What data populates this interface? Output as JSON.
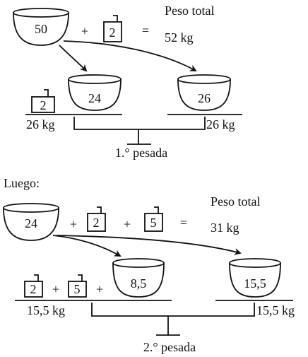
{
  "colors": {
    "ink": "#111111",
    "background": "#ffffff"
  },
  "part1": {
    "bowl_value": "50",
    "plus": "+",
    "weight_value": "2",
    "equals": "=",
    "total_label": "Peso total",
    "total_value": "52 kg",
    "left_pan": {
      "weight": "2",
      "bowl": "24",
      "label": "26 kg"
    },
    "right_pan": {
      "bowl": "26",
      "label": "26 kg"
    },
    "caption": "1.° pesada"
  },
  "separator": "Luego:",
  "part2": {
    "bowl_value": "24",
    "plus": "+",
    "weight_a": "2",
    "weight_b": "5",
    "equals": "=",
    "total_label": "Peso total",
    "total_value": "31 kg",
    "left_pan": {
      "weight_a": "2",
      "weight_b": "5",
      "bowl": "8,5",
      "label": "15,5 kg"
    },
    "right_pan": {
      "bowl": "15,5",
      "label": "15,5 kg"
    },
    "caption": "2.° pesada"
  }
}
